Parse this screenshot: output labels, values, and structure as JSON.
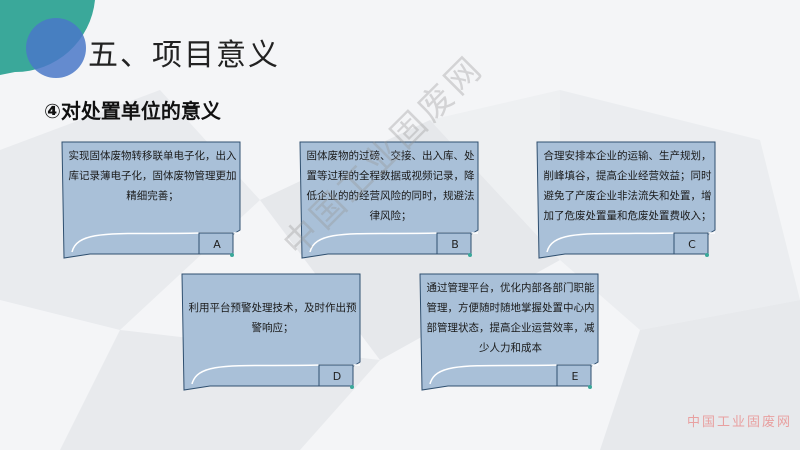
{
  "title": "五、项目意义",
  "subtitle": "④对处置单位的意义",
  "cards": [
    {
      "text": "实现固体废物转移联单电子化，出入库记录薄电子化，固体废物管理更加精细完善；",
      "tag": "A"
    },
    {
      "text": "固体废物的过磅、交接、出入库、处置等过程的全程数据或视频记录，降低企业的的经营风险的同时，规避法律风险；",
      "tag": "B"
    },
    {
      "text": "合理安排本企业的运输、生产规划，削峰填谷，提高企业经营效益；同时避免了产废企业非法流失和处置，增加了危废处置量和危废处置费收入；",
      "tag": "C"
    },
    {
      "text": "利用平台预警处理技术，及时作出预警响应；",
      "tag": "D"
    },
    {
      "text": "通过管理平台，优化内部各部门职能管理，方便随时随地掌握处置中心内部管理状态，提高企业运营效率，减少人力和成本",
      "tag": "E"
    }
  ],
  "watermark": "中国工业固废网",
  "footer_mark": "中国工业固废网",
  "colors": {
    "card_fill": "#a9c0d8",
    "card_stroke": "#2f4f6f",
    "accent_teal": "#3aa89a",
    "accent_blue": "#4a78c8",
    "footer_mark": "#e8a0a0"
  }
}
